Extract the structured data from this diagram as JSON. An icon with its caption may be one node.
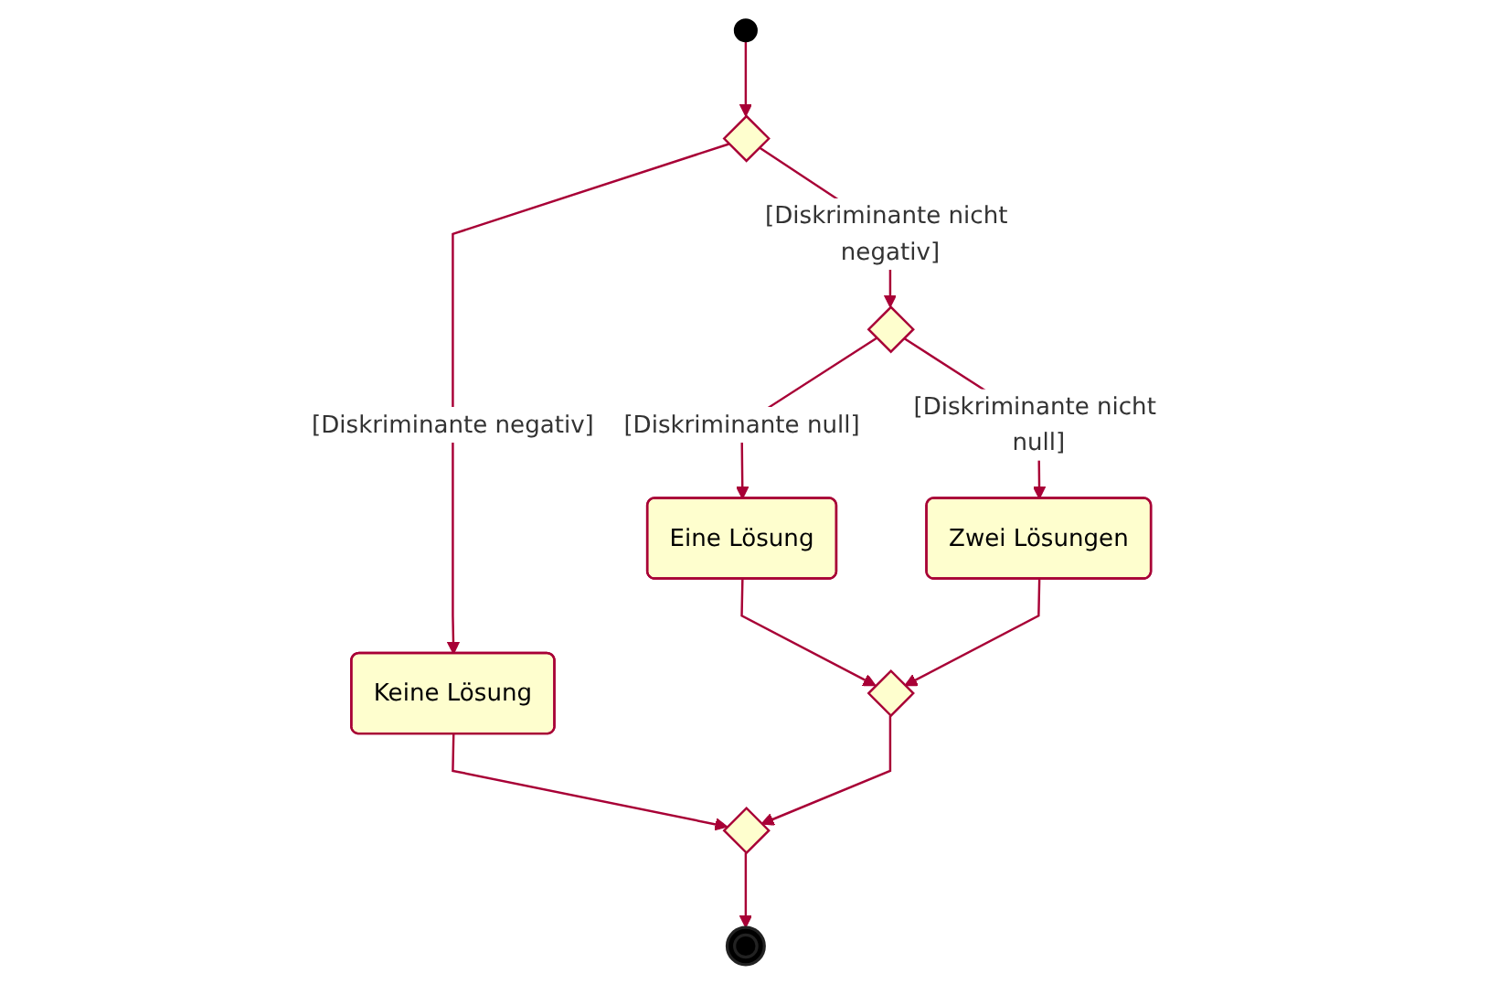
{
  "diagram": {
    "nodes": [
      {
        "text": [],
        "shape": "circle"
      },
      {
        "text": [],
        "shape": "diamond"
      },
      {
        "text": [
          "Keine Lösung"
        ]
      },
      {
        "text": [],
        "shape": "diamond"
      },
      {
        "text": [
          "Eine Lösung"
        ]
      },
      {
        "text": [
          "Zwei Lösungen"
        ]
      },
      {
        "text": [],
        "shape": "diamond"
      },
      {
        "text": [],
        "shape": "diamond"
      },
      {
        "text": [],
        "shape": "circle"
      }
    ],
    "edges": [
      {
        "from": 0,
        "to": 1,
        "arrow": "to"
      },
      {
        "from": 1,
        "to": 2,
        "arrow": "to",
        "label": "[Diskriminante negativ]"
      },
      {
        "from": 1,
        "to": 3,
        "arrow": "to",
        "label": "[Diskriminante nicht negativ]"
      },
      {
        "from": 3,
        "to": 4,
        "arrow": "to",
        "label": "[Diskriminante null]"
      },
      {
        "from": 3,
        "to": 5,
        "arrow": "to",
        "label": "[Diskriminante nicht null]"
      },
      {
        "from": 4,
        "to": 6,
        "arrow": "to"
      },
      {
        "from": 5,
        "to": 6,
        "arrow": "to"
      },
      {
        "from": 2,
        "to": 7,
        "arrow": "to"
      },
      {
        "from": 6,
        "to": 7,
        "arrow": "to"
      },
      {
        "from": 7,
        "to": 8,
        "arrow": "to"
      }
    ]
  }
}
